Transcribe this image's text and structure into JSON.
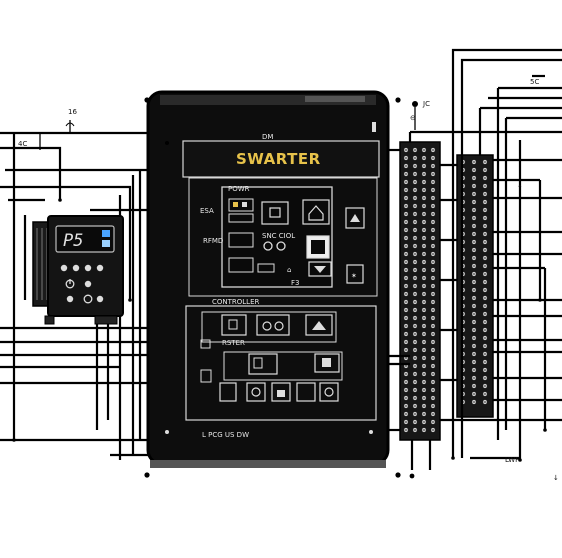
{
  "cabinet": {
    "top_label": "DM",
    "title": "SWARTER",
    "display_labels": {
      "a": "POWR",
      "b": "ESA",
      "c": "RFMD",
      "d": "SNC CIOL"
    },
    "section_labels": {
      "control": "CONTROLLER",
      "ruler": "RSTER"
    },
    "bottom_label": "L PCG US DW",
    "colors": {
      "body": "#0d0d0d",
      "title": "#e7c24a",
      "frame": "#d8d8d8"
    }
  },
  "controller": {
    "display_text": "P5",
    "accent": "#4aa3ff"
  },
  "annotations": {
    "top_left_a": "4C",
    "top_left_b": "16",
    "top_right_a": "JC",
    "top_right_b": "5C",
    "bottom_right": "LWF"
  },
  "icons": [
    "power-icon",
    "up-arrow-icon",
    "down-arrow-icon",
    "star-icon",
    "gear-icon",
    "lock-icon"
  ]
}
